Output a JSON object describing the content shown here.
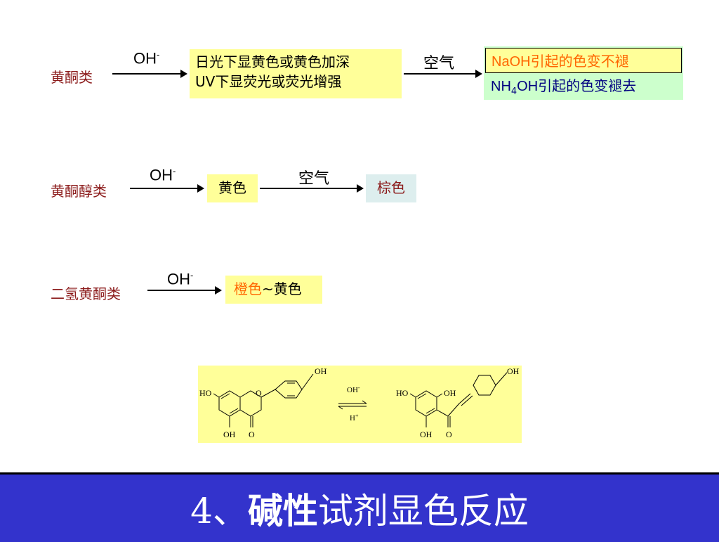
{
  "colors": {
    "label_red": "#8b1a1a",
    "highlight_yellow": "#ffff99",
    "light_green": "#ccffcc",
    "light_cyan": "#ddeeee",
    "orange_text": "#ff6600",
    "dark_text": "#000080",
    "footer_bg": "#3333cc"
  },
  "row1": {
    "label": "黄酮类",
    "reagent": "OH",
    "reagent_sup": "-",
    "box_line1": "日光下显黄色或黄色加深",
    "box_line2": "UV下显荧光或荧光增强",
    "arrow2_label": "空气",
    "result1_formula": "NaOH",
    "result1_text": "引起的色变不褪",
    "result2_formula_a": "NH",
    "result2_formula_sub": "4",
    "result2_formula_b": "OH",
    "result2_text": "引起的色变褪去"
  },
  "row2": {
    "label": "黄酮醇类",
    "reagent": "OH",
    "reagent_sup": "-",
    "box1": "黄色",
    "arrow2_label": "空气",
    "box2": "棕色"
  },
  "row3": {
    "label": "二氢黄酮类",
    "reagent": "OH",
    "reagent_sup": "-",
    "box_part1": "橙色",
    "box_part2": "~黄色"
  },
  "structure": {
    "left_oh_top": "OH",
    "left_ho": "HO",
    "left_o_ring": "O",
    "left_oh_bottom": "OH",
    "left_o_bottom": "O",
    "eq_top": "OH",
    "eq_top_sup": "-",
    "eq_bottom": "H",
    "eq_bottom_sup": "+",
    "right_oh_top": "OH",
    "right_ho": "HO",
    "right_oh_mid": "OH",
    "right_oh_bottom": "OH",
    "right_o_bottom": "O"
  },
  "footer": {
    "prefix": "4、",
    "bold": "碱性",
    "rest": "试剂显色反应"
  }
}
